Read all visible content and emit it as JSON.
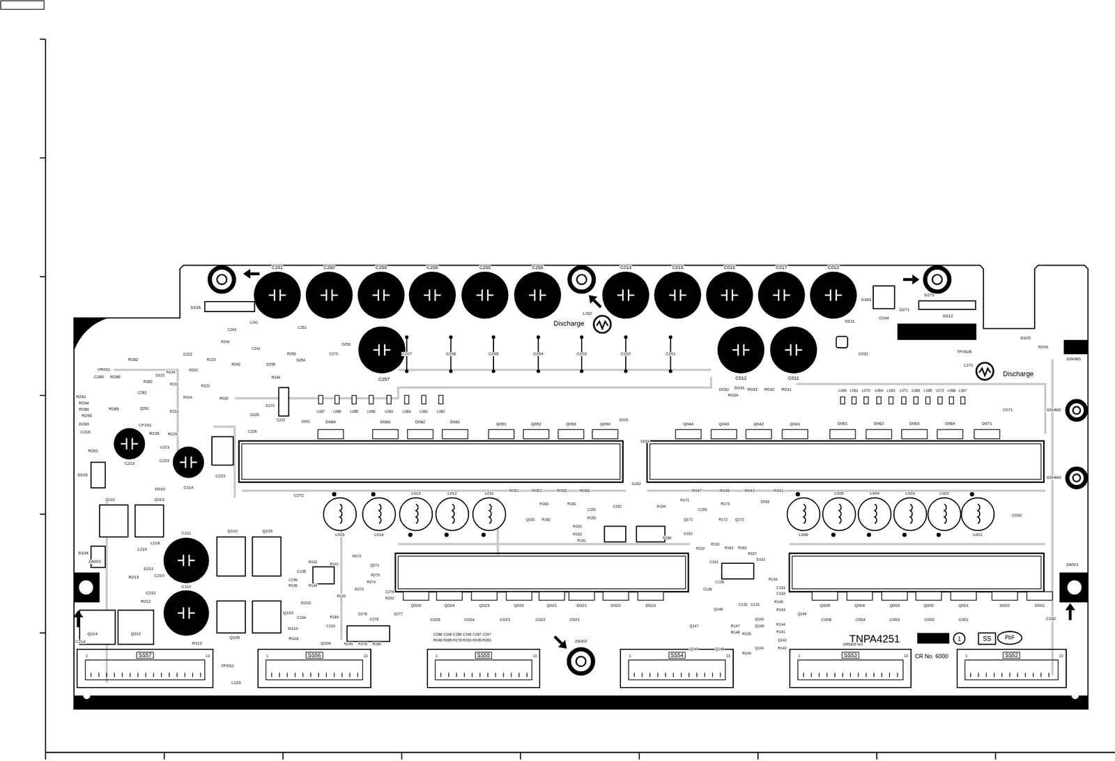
{
  "diagram": {
    "nodes": [
      {
        "text": [
          "SS57"
        ]
      },
      {
        "text": [
          "SS56"
        ]
      },
      {
        "text": [
          "SS55"
        ]
      },
      {
        "text": [
          "SS54"
        ]
      },
      {
        "text": [
          "SS53"
        ]
      },
      {
        "text": [
          "SS52"
        ]
      }
    ],
    "labels": [
      "C261",
      "C260",
      "C259",
      "C258",
      "C255",
      "C256",
      "C014",
      "C015",
      "C016",
      "C017",
      "C013",
      "C257",
      "C012",
      "C011",
      "C207",
      "C206",
      "C205",
      "C204",
      "C203",
      "C202",
      "C201",
      "C031",
      "Discharge",
      "Discharge",
      "L262",
      "L271",
      "TPVSUB",
      "SS11",
      "C034",
      "D333",
      "D272",
      "D271",
      "SS12",
      "SS35",
      "SS25",
      "SSHM1",
      "SSHM2",
      "SSHM3",
      "SS33",
      "SS34",
      "ZA003",
      "ZA001",
      "ZA002",
      "R209",
      "D032",
      "D031",
      "R034",
      "R033",
      "R032",
      "R031",
      "L069",
      "L061",
      "L070",
      "L064",
      "L063",
      "L071",
      "L066",
      "L065",
      "L072",
      "L068",
      "L067",
      "C071",
      "D061",
      "D062",
      "D063",
      "D064",
      "D071",
      "D091",
      "L087",
      "L086",
      "L085",
      "L066",
      "L083",
      "L084",
      "L081",
      "L082",
      "D084",
      "D083",
      "D082",
      "D081",
      "Q051",
      "Q052",
      "Q053",
      "Q054",
      "D025",
      "Q044",
      "Q043",
      "Q042",
      "Q041",
      "D024",
      "R051",
      "R053",
      "R055",
      "R056",
      "R047",
      "R045",
      "R043",
      "R041",
      "L015",
      "L014",
      "L013",
      "L012",
      "L011",
      "L006",
      "L005",
      "L004",
      "L003",
      "L002",
      "L001",
      "C032",
      "C272",
      "R183",
      "R181",
      "Q181",
      "R182",
      "C151",
      "R150",
      "R151",
      "R152",
      "R161",
      "C152",
      "D152",
      "R194",
      "R171",
      "R173",
      "Q171",
      "R172",
      "Q172",
      "D151",
      "R180",
      "C153",
      "D092",
      "R132",
      "R131",
      "R163",
      "R162",
      "R157",
      "D131",
      "C191",
      "C135",
      "C136",
      "R134",
      "C133",
      "C134",
      "C132",
      "C131",
      "R145",
      "R143",
      "Q146",
      "Q144",
      "Q143",
      "Q147",
      "Q145",
      "R147",
      "R144",
      "R148",
      "R135",
      "R141",
      "Q142",
      "Q141",
      "R142",
      "Q148",
      "Q149",
      "R149",
      "Q025",
      "Q024",
      "Q023",
      "Q022",
      "Q021",
      "D021",
      "D022",
      "D023",
      "Q005",
      "Q004",
      "Q003",
      "Q002",
      "Q001",
      "D002",
      "D001",
      "C025",
      "C024",
      "C023",
      "C022",
      "C021",
      "C005",
      "C004",
      "C003",
      "C002",
      "C001",
      "C282",
      "C288 C248 C286 C246 C287 C247",
      "R248 R285 R278 R263 R245 R283",
      "TNPA4251",
      "1",
      "SS",
      "PbF",
      "ORDER NO.",
      "CR No. 6000",
      "1",
      "13",
      "1",
      "13",
      "1",
      "13",
      "1",
      "13",
      "1",
      "13",
      "1",
      "13",
      "VR001",
      "C280",
      "R286",
      "R282",
      "R281",
      "R294",
      "R289",
      "R295",
      "D283",
      "C216",
      "R285",
      "CF201",
      "R226",
      "R225",
      "L221",
      "R261",
      "C213",
      "C223",
      "C114",
      "C221",
      "D010",
      "Q111",
      "Q113",
      "L219",
      "L218",
      "D211",
      "C210",
      "R213",
      "C212",
      "R212",
      "Q114",
      "Q112",
      "R113",
      "C214",
      "C111",
      "C112",
      "Q102",
      "Q105",
      "Q103",
      "Q105",
      "Q104",
      "D102",
      "D110",
      "TPSS1",
      "L103",
      "R116",
      "R192",
      "R191",
      "C195",
      "C196",
      "R195",
      "R194",
      "R193",
      "C194",
      "R189",
      "C193",
      "R272",
      "Q271",
      "R270",
      "R274",
      "R273",
      "C276",
      "R292",
      "D278",
      "C278",
      "D277",
      "R249",
      "R278",
      "R280",
      "L241",
      "C243",
      "C241",
      "R241",
      "C251",
      "D253",
      "C273",
      "R256",
      "D254",
      "D255",
      "R242",
      "R244",
      "R234",
      "R232",
      "R222",
      "R223",
      "R220",
      "D222",
      "D223",
      "R019",
      "R020",
      "D272",
      "C222",
      "D225",
      "C226",
      "Q281",
      "C282",
      "R283",
      "R233"
    ]
  }
}
